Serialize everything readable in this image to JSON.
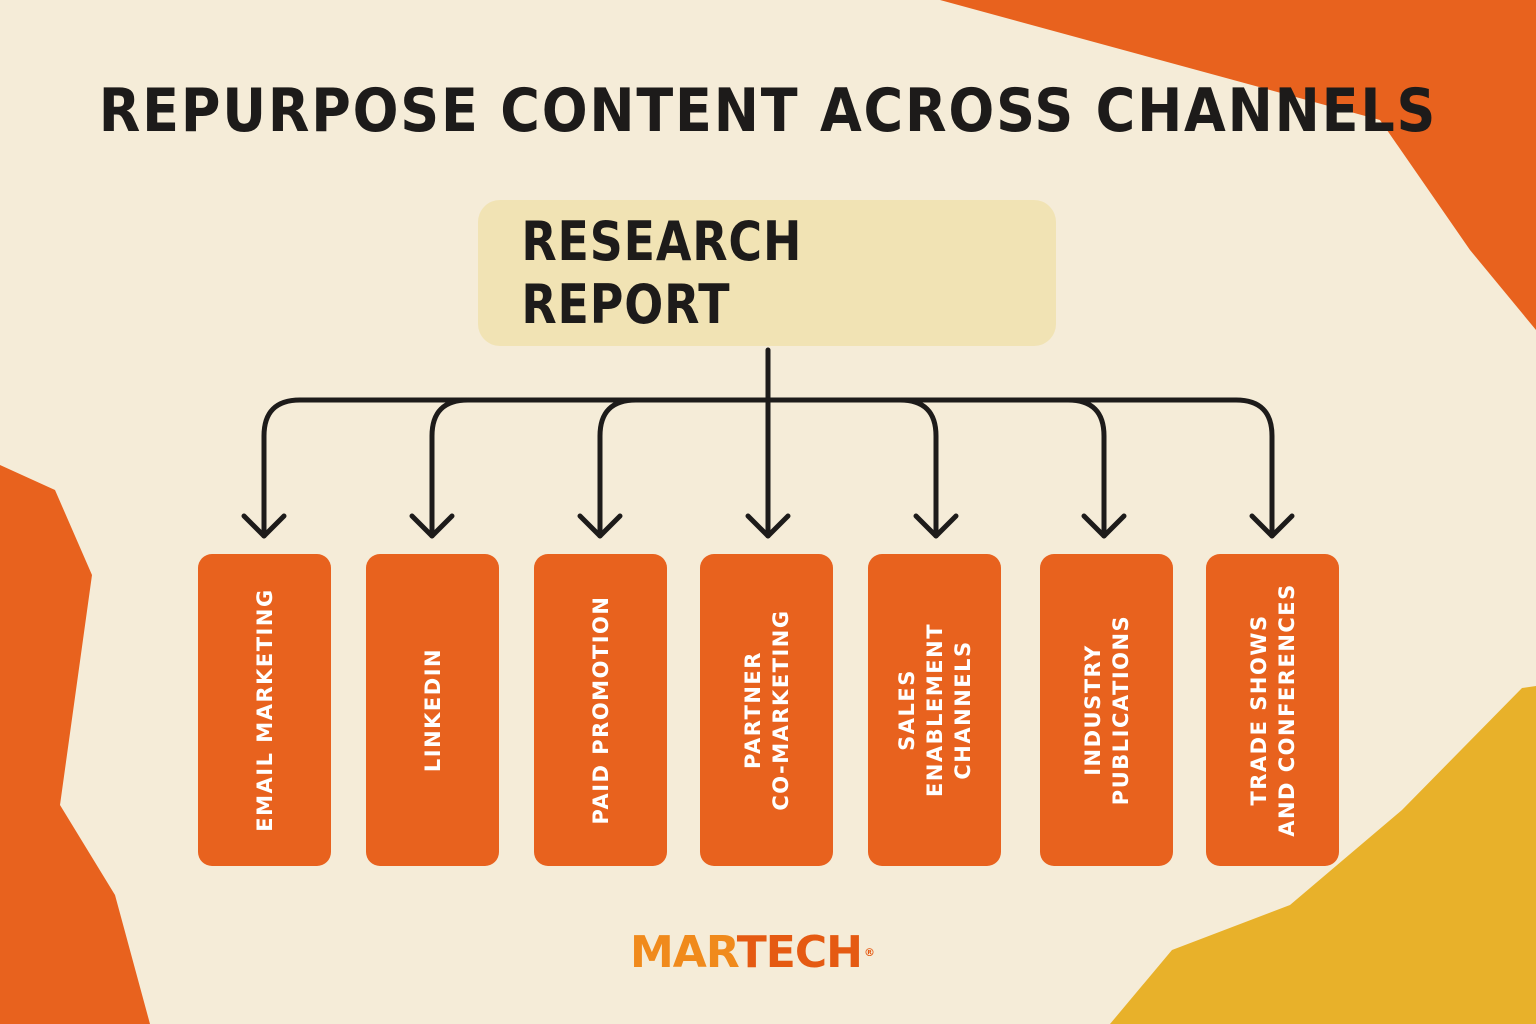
{
  "title": "REPURPOSE CONTENT ACROSS CHANNELS",
  "root": {
    "label": "RESEARCH REPORT"
  },
  "channels": [
    {
      "label": "EMAIL MARKETING"
    },
    {
      "label": "LINKEDIN"
    },
    {
      "label": "PAID PROMOTION"
    },
    {
      "label": "PARTNER\nCO-MARKETING"
    },
    {
      "label": "SALES\nENABLEMENT\nCHANNELS"
    },
    {
      "label": "INDUSTRY\nPUBLICATIONS"
    },
    {
      "label": "TRADE SHOWS\nAND CONFERENCES"
    }
  ],
  "logo": {
    "part1": "MAR",
    "part2": "TECH",
    "mark": "®"
  },
  "colors": {
    "background": "#f5ecd8",
    "accent_orange": "#e8621e",
    "accent_yellow": "#e8b12a",
    "root_box": "#f1e3b4",
    "text_dark": "#1d1b1a"
  }
}
